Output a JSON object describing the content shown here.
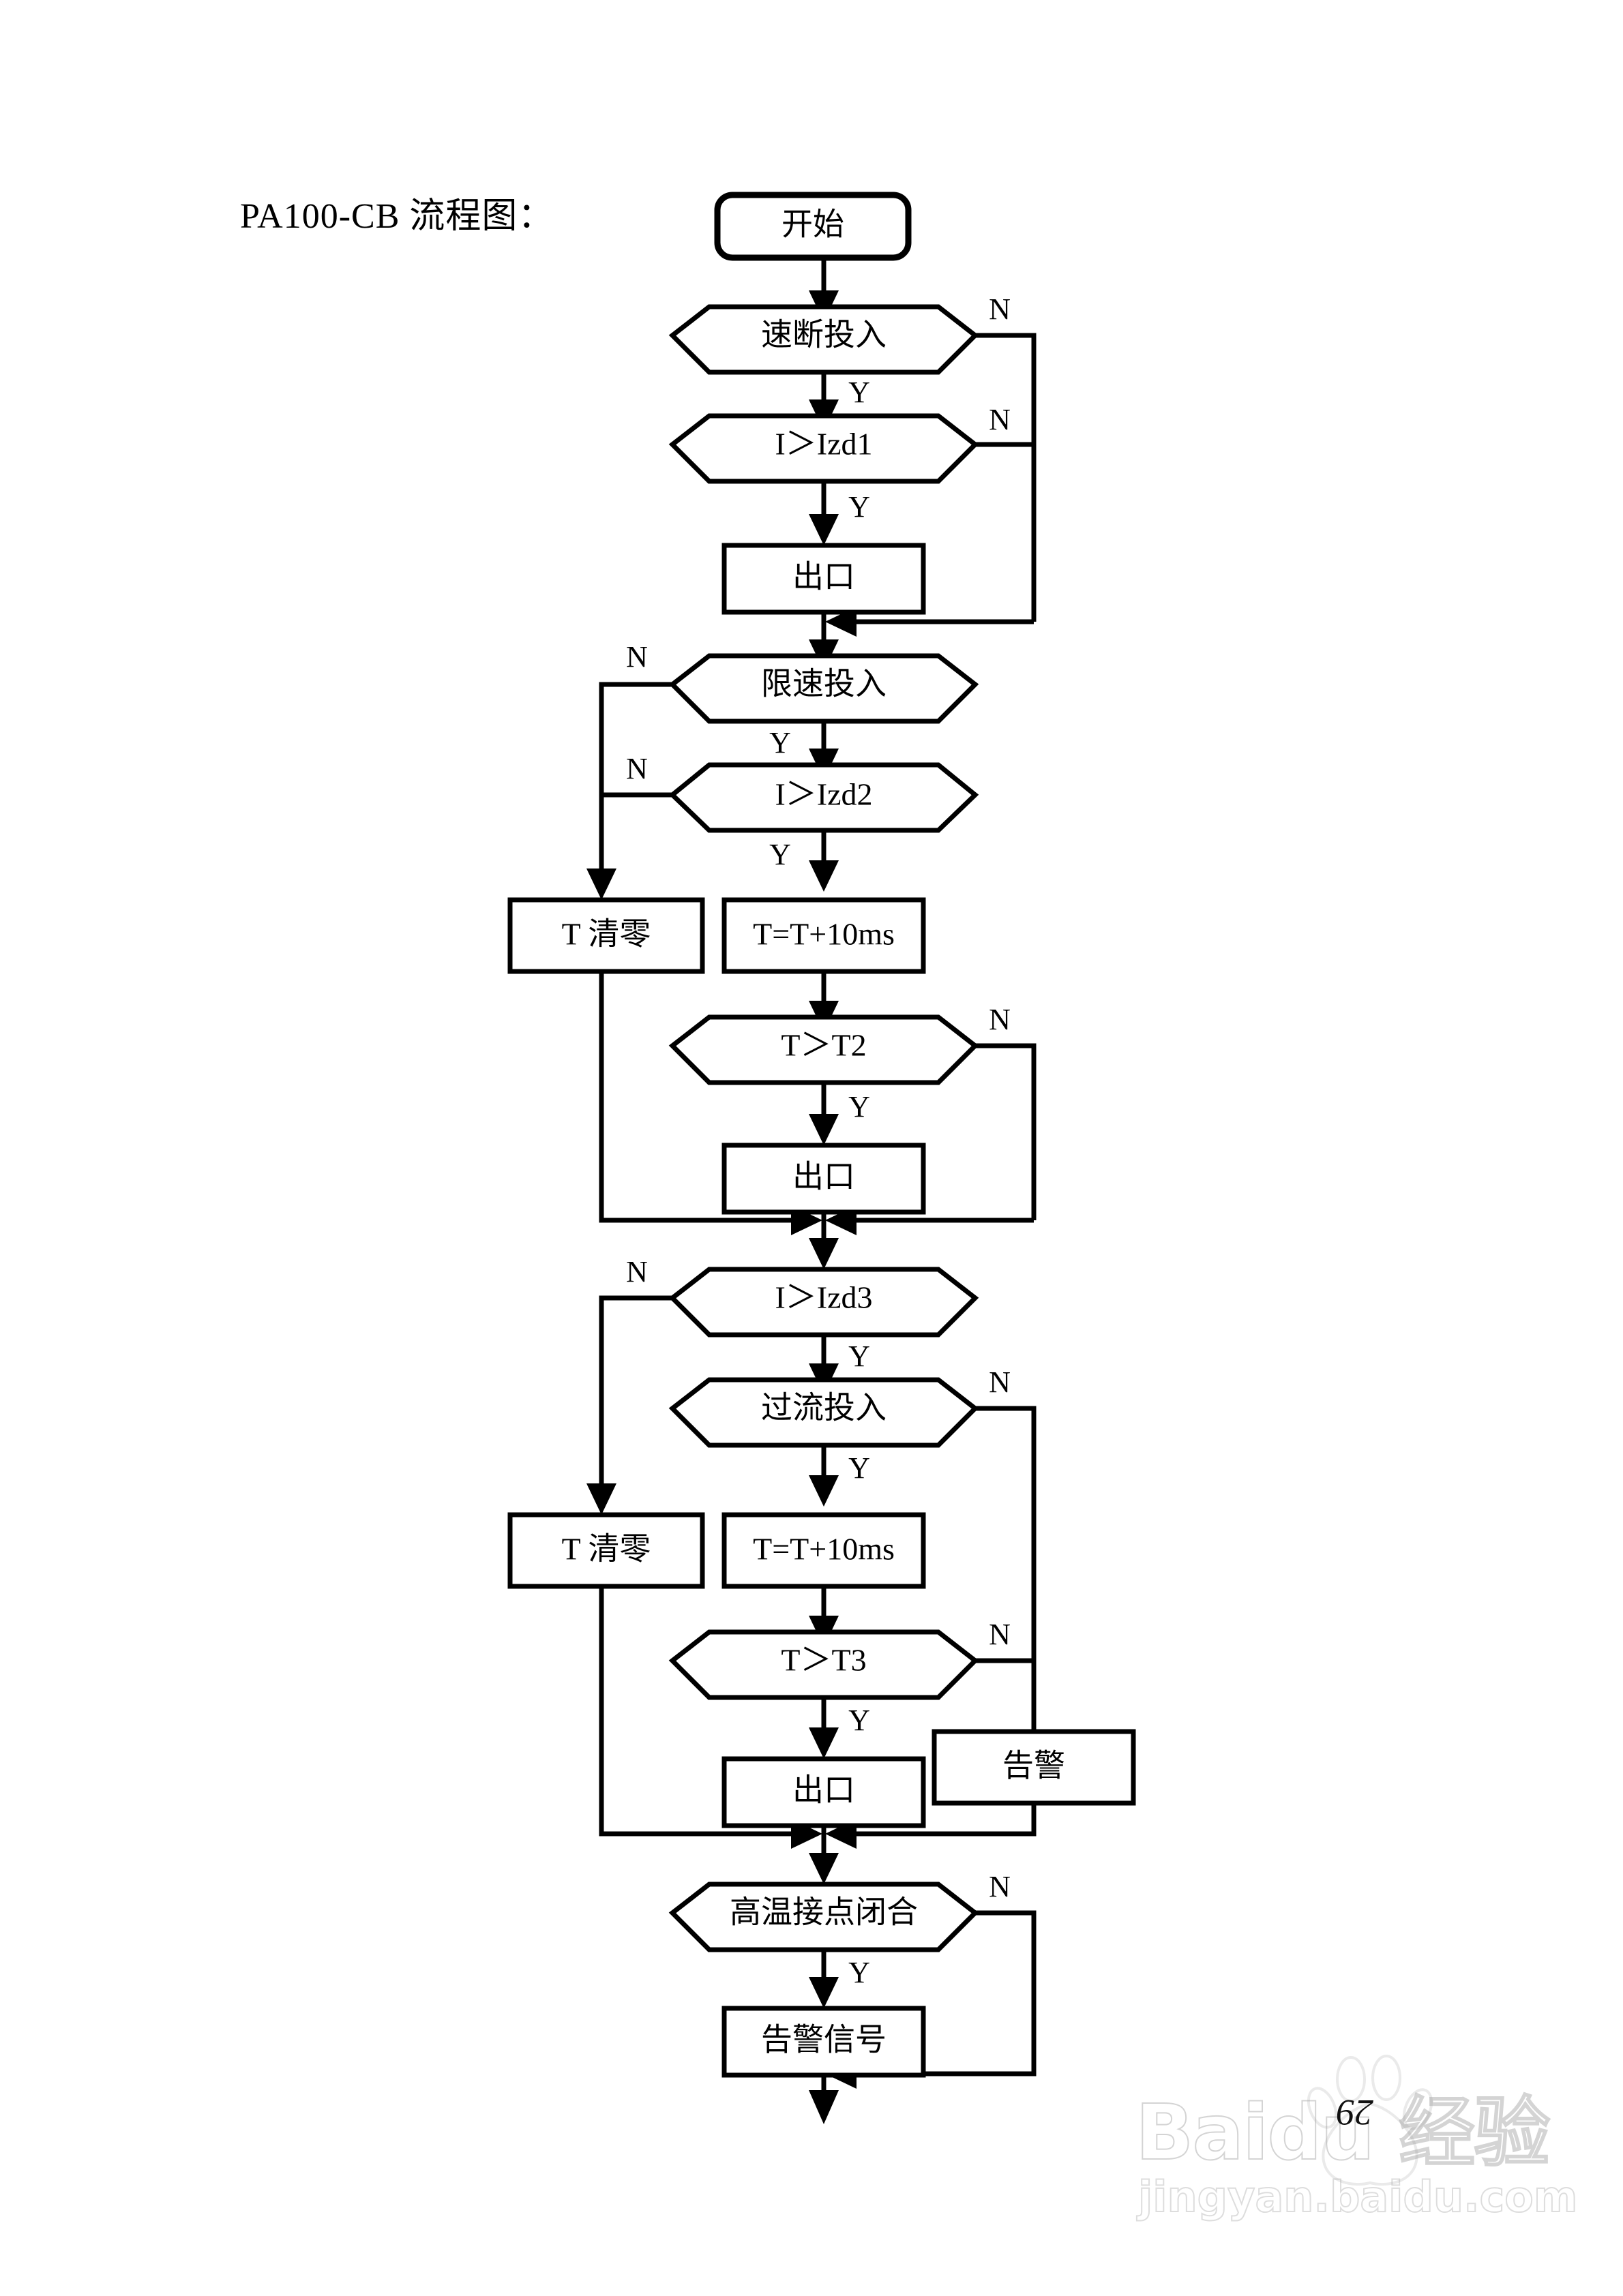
{
  "document": {
    "title": "PA100-CB 流程图：",
    "page_number": "29"
  },
  "watermark": {
    "brand": "Baidu 经验",
    "url": "jingyan.baidu.com",
    "paw_icon": "paw-print-icon"
  },
  "flowchart": {
    "type": "flowchart",
    "orientation": "top-to-bottom",
    "nodes": [
      {
        "id": "start",
        "kind": "terminator",
        "label": "开始"
      },
      {
        "id": "sudan",
        "kind": "decision",
        "label": "速断投入"
      },
      {
        "id": "izd1",
        "kind": "decision",
        "label": "I＞Izd1"
      },
      {
        "id": "exit1",
        "kind": "process",
        "label": "出口"
      },
      {
        "id": "xiansu",
        "kind": "decision",
        "label": "限速投入"
      },
      {
        "id": "izd2",
        "kind": "decision",
        "label": "I＞Izd2"
      },
      {
        "id": "clear1",
        "kind": "process",
        "label": "T 清零"
      },
      {
        "id": "acc1",
        "kind": "process",
        "label": "T=T+10ms"
      },
      {
        "id": "tgt2",
        "kind": "decision",
        "label": "T＞T2"
      },
      {
        "id": "exit2",
        "kind": "process",
        "label": "出口"
      },
      {
        "id": "izd3",
        "kind": "decision",
        "label": "I＞Izd3"
      },
      {
        "id": "guoliu",
        "kind": "decision",
        "label": "过流投入"
      },
      {
        "id": "clear2",
        "kind": "process",
        "label": "T 清零"
      },
      {
        "id": "acc2",
        "kind": "process",
        "label": "T=T+10ms"
      },
      {
        "id": "tgt3",
        "kind": "decision",
        "label": "T＞T3"
      },
      {
        "id": "exit3",
        "kind": "process",
        "label": "出口"
      },
      {
        "id": "alarm",
        "kind": "process",
        "label": "告警"
      },
      {
        "id": "hightemp",
        "kind": "decision",
        "label": "高温接点闭合"
      },
      {
        "id": "alarmsig",
        "kind": "process",
        "label": "告警信号"
      }
    ],
    "branch_labels": {
      "yes": "Y",
      "no": "N"
    },
    "edges": [
      {
        "from": "start",
        "to": "sudan",
        "label": ""
      },
      {
        "from": "sudan",
        "to": "izd1",
        "label": "Y"
      },
      {
        "from": "sudan",
        "to": "merge1",
        "label": "N"
      },
      {
        "from": "izd1",
        "to": "exit1",
        "label": "Y"
      },
      {
        "from": "izd1",
        "to": "merge1",
        "label": "N"
      },
      {
        "from": "exit1",
        "to": "xiansu",
        "label": ""
      },
      {
        "from": "xiansu",
        "to": "izd2",
        "label": "Y"
      },
      {
        "from": "xiansu",
        "to": "clear1",
        "label": "N"
      },
      {
        "from": "izd2",
        "to": "acc1",
        "label": "Y"
      },
      {
        "from": "izd2",
        "to": "clear1",
        "label": "N"
      },
      {
        "from": "acc1",
        "to": "tgt2",
        "label": ""
      },
      {
        "from": "tgt2",
        "to": "exit2",
        "label": "Y"
      },
      {
        "from": "tgt2",
        "to": "merge2",
        "label": "N"
      },
      {
        "from": "clear1",
        "to": "merge2",
        "label": ""
      },
      {
        "from": "exit2",
        "to": "izd3",
        "label": ""
      },
      {
        "from": "izd3",
        "to": "guoliu",
        "label": "Y"
      },
      {
        "from": "izd3",
        "to": "clear2",
        "label": "N"
      },
      {
        "from": "guoliu",
        "to": "acc2",
        "label": "Y"
      },
      {
        "from": "guoliu",
        "to": "alarm",
        "label": "N"
      },
      {
        "from": "acc2",
        "to": "tgt3",
        "label": ""
      },
      {
        "from": "tgt3",
        "to": "exit3",
        "label": "Y"
      },
      {
        "from": "tgt3",
        "to": "alarm",
        "label": "N"
      },
      {
        "from": "clear2",
        "to": "merge3",
        "label": ""
      },
      {
        "from": "exit3",
        "to": "hightemp",
        "label": ""
      },
      {
        "from": "alarm",
        "to": "merge3",
        "label": ""
      },
      {
        "from": "hightemp",
        "to": "alarmsig",
        "label": "Y"
      },
      {
        "from": "hightemp",
        "to": "end",
        "label": "N"
      },
      {
        "from": "alarmsig",
        "to": "end",
        "label": ""
      }
    ]
  }
}
